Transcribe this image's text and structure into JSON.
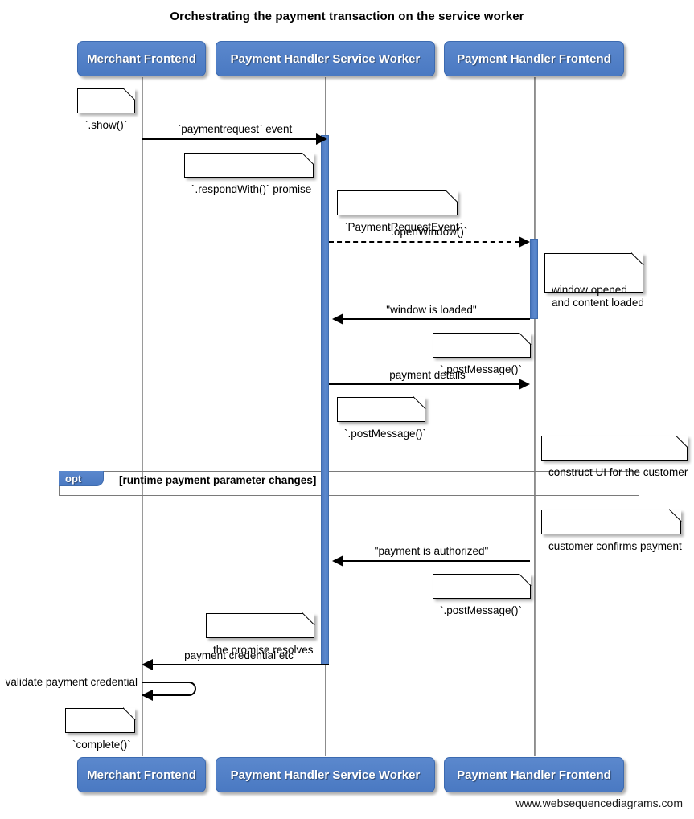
{
  "diagram": {
    "title": "Orchestrating the payment transaction on the service worker",
    "footer_credit": "www.websequencediagrams.com",
    "colors": {
      "participant_fill": "#5080c8",
      "participant_text": "#ffffff",
      "activation_fill": "#5080c8",
      "lifeline": "#9a9a9a",
      "line": "#000000",
      "note_fill": "#ffffff",
      "fragment_border": "#7a7a7a"
    }
  },
  "participants": [
    {
      "id": "merchant",
      "label": "Merchant Frontend"
    },
    {
      "id": "sw",
      "label": "Payment Handler Service Worker"
    },
    {
      "id": "ph_frontend",
      "label": "Payment Handler Frontend"
    }
  ],
  "participants_bottom": [
    {
      "id": "merchant",
      "label": "Merchant Frontend"
    },
    {
      "id": "sw",
      "label": "Payment Handler Service Worker"
    },
    {
      "id": "ph_frontend",
      "label": "Payment Handler Frontend"
    }
  ],
  "messages": [
    {
      "id": "m1",
      "label": "`paymentrequest` event",
      "from": "merchant",
      "to": "sw",
      "style": "solid",
      "direction": "right"
    },
    {
      "id": "m2",
      "label": "`.openWindow()`",
      "from": "sw",
      "to": "ph_frontend",
      "style": "dashed",
      "direction": "right"
    },
    {
      "id": "m3",
      "label": "\"window is loaded\"",
      "from": "ph_frontend",
      "to": "sw",
      "style": "solid",
      "direction": "left"
    },
    {
      "id": "m4",
      "label": "payment details",
      "from": "sw",
      "to": "ph_frontend",
      "style": "solid",
      "direction": "right"
    },
    {
      "id": "m5",
      "label": "\"payment is authorized\"",
      "from": "ph_frontend",
      "to": "sw",
      "style": "solid",
      "direction": "left"
    },
    {
      "id": "m6",
      "label": "payment credential etc",
      "from": "sw",
      "to": "merchant",
      "style": "solid",
      "direction": "left"
    },
    {
      "id": "m7",
      "label": "validate payment credential",
      "from": "merchant",
      "to": "merchant",
      "style": "self",
      "direction": "left"
    }
  ],
  "notes": [
    {
      "id": "n1",
      "text": "`.show()`"
    },
    {
      "id": "n2",
      "text": "`.respondWith()` promise"
    },
    {
      "id": "n3",
      "text": "`PaymentRequestEvent`"
    },
    {
      "id": "n4",
      "text": "window opened\nand content loaded"
    },
    {
      "id": "n5",
      "text": "`.postMessage()`"
    },
    {
      "id": "n6",
      "text": "`.postMessage()`"
    },
    {
      "id": "n7",
      "text": "construct UI for the customer"
    },
    {
      "id": "n8",
      "text": "customer confirms payment"
    },
    {
      "id": "n9",
      "text": "`.postMessage()`"
    },
    {
      "id": "n10",
      "text": "the promise resolves"
    },
    {
      "id": "n11",
      "text": "`complete()`"
    }
  ],
  "fragments": [
    {
      "id": "opt1",
      "type": "opt",
      "condition": "[runtime payment parameter changes]"
    }
  ]
}
